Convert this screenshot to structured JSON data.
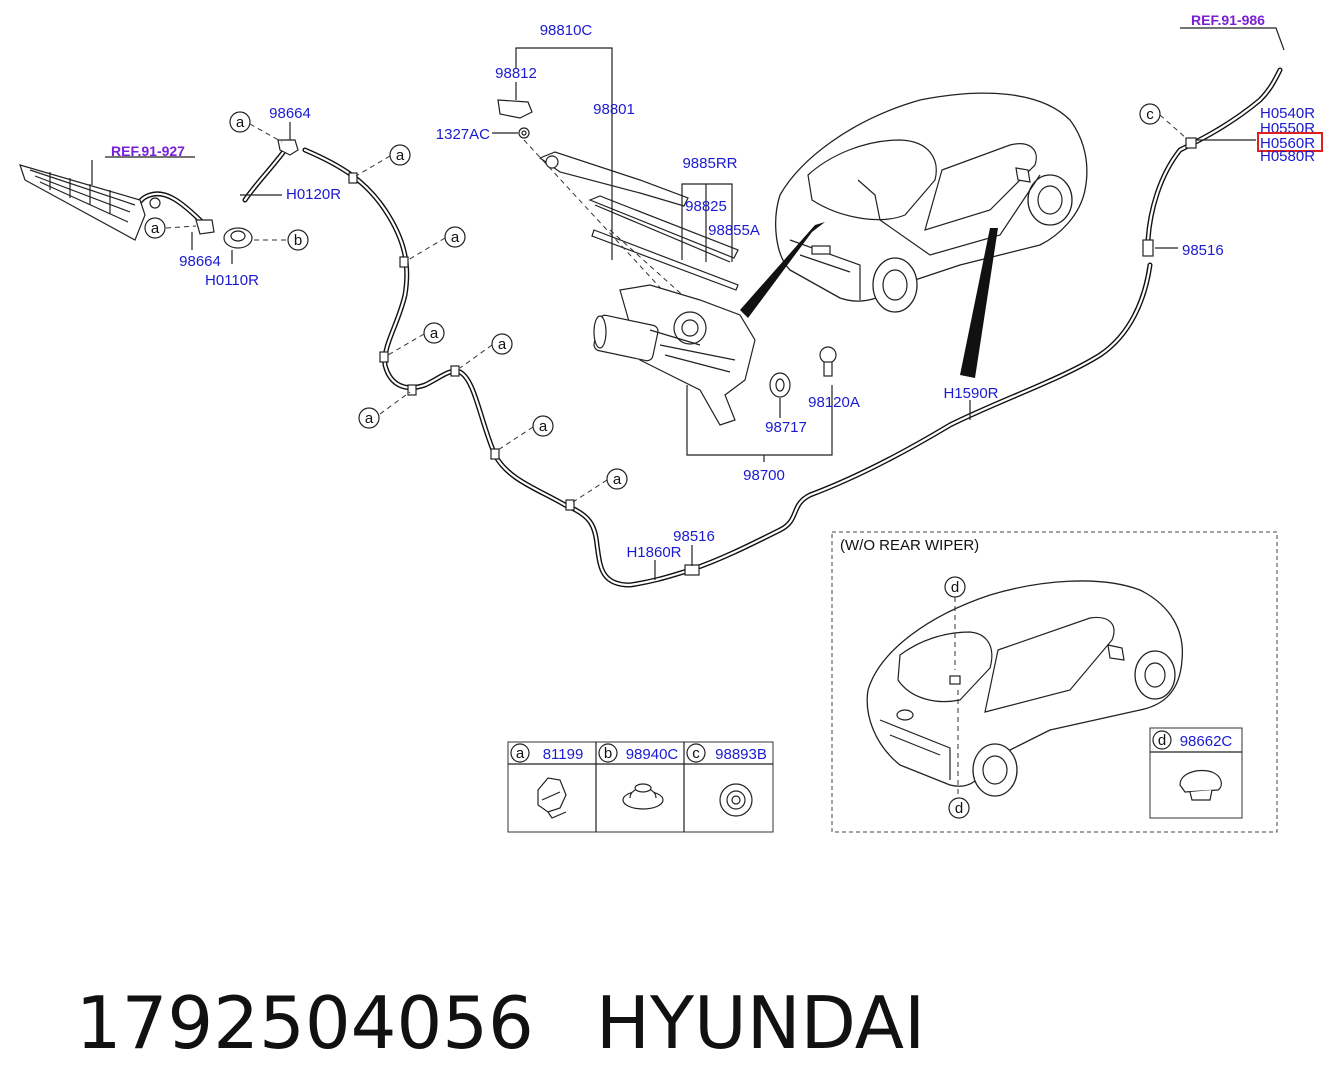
{
  "callouts": {
    "c_98810C": "98810C",
    "c_98812": "98812",
    "c_98801": "98801",
    "c_1327AC": "1327AC",
    "c_9885RR": "9885RR",
    "c_98825": "98825",
    "c_98855A": "98855A",
    "c_98664_top": "98664",
    "c_98664_bot": "98664",
    "c_H0120R": "H0120R",
    "c_H0110R": "H0110R",
    "c_98120A": "98120A",
    "c_98717": "98717",
    "c_98700": "98700",
    "c_98516_mid": "98516",
    "c_H1860R": "H1860R",
    "c_98516_right": "98516",
    "c_H1590R": "H1590R",
    "c_H0540R": "H0540R",
    "c_H0550R": "H0550R",
    "c_H0560R": "H0560R",
    "c_H0580R": "H0580R"
  },
  "refs": {
    "ref_left": "REF.91-927",
    "ref_right": "REF.91-986"
  },
  "markers": {
    "a": "a",
    "b": "b",
    "c": "c",
    "d": "d"
  },
  "inset": {
    "title": "(W/O REAR WIPER)",
    "part_code": "98662C"
  },
  "legend": [
    {
      "letter": "a",
      "code": "81199"
    },
    {
      "letter": "b",
      "code": "98940C"
    },
    {
      "letter": "c",
      "code": "98893B"
    }
  ],
  "caption": {
    "number": "1792504056",
    "brand": "HYUNDAI"
  },
  "colors": {
    "label_blue": "#1a1ad0",
    "ref_purple": "#7a1fd6",
    "highlight_red": "#e0201f"
  }
}
